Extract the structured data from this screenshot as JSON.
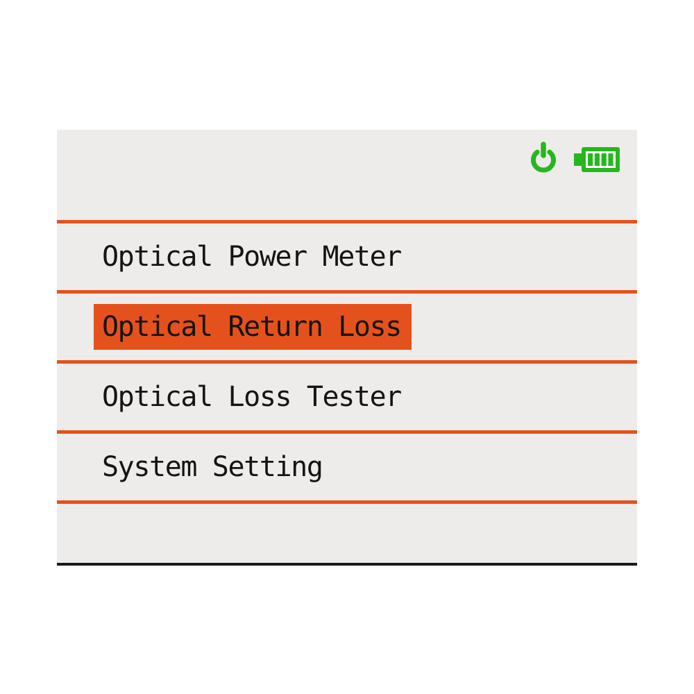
{
  "theme": {
    "accent_orange": "#e5511d",
    "icon_green": "#26b71e",
    "panel_bg": "#edecea",
    "text": "#141414",
    "line_black": "#1a1a1a"
  },
  "status_bar": {
    "power_icon": "power-indicator",
    "battery_icon": "battery-indicator",
    "battery_bars_filled": 4,
    "battery_bars_total": 4
  },
  "menu": {
    "items": [
      {
        "label": "Optical Power Meter",
        "selected": false
      },
      {
        "label": "Optical Return Loss",
        "selected": true
      },
      {
        "label": "Optical Loss Tester",
        "selected": false
      },
      {
        "label": "System Setting",
        "selected": false
      }
    ]
  }
}
